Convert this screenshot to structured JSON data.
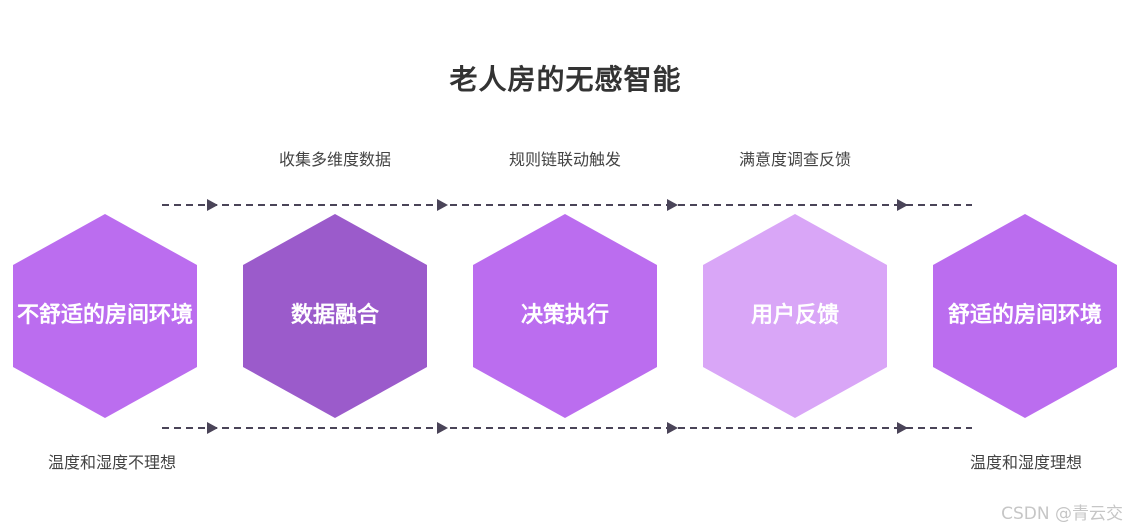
{
  "title": "老人房的无感智能",
  "nodes": [
    {
      "label": "不舒适的房间环境",
      "color": "#bb6def"
    },
    {
      "label": "数据融合",
      "color": "#9b5bcb"
    },
    {
      "label": "决策执行",
      "color": "#bb6def"
    },
    {
      "label": "用户反馈",
      "color": "#d9a6f7"
    },
    {
      "label": "舒适的房间环境",
      "color": "#bb6def"
    }
  ],
  "steps": [
    "收集多维度数据",
    "规则链联动触发",
    "满意度调查反馈"
  ],
  "start_note": "温度和湿度不理想",
  "end_note": "温度和湿度理想",
  "watermark": "CSDN @青云交",
  "colors": {
    "line": "#4a4458",
    "title": "#333333"
  }
}
